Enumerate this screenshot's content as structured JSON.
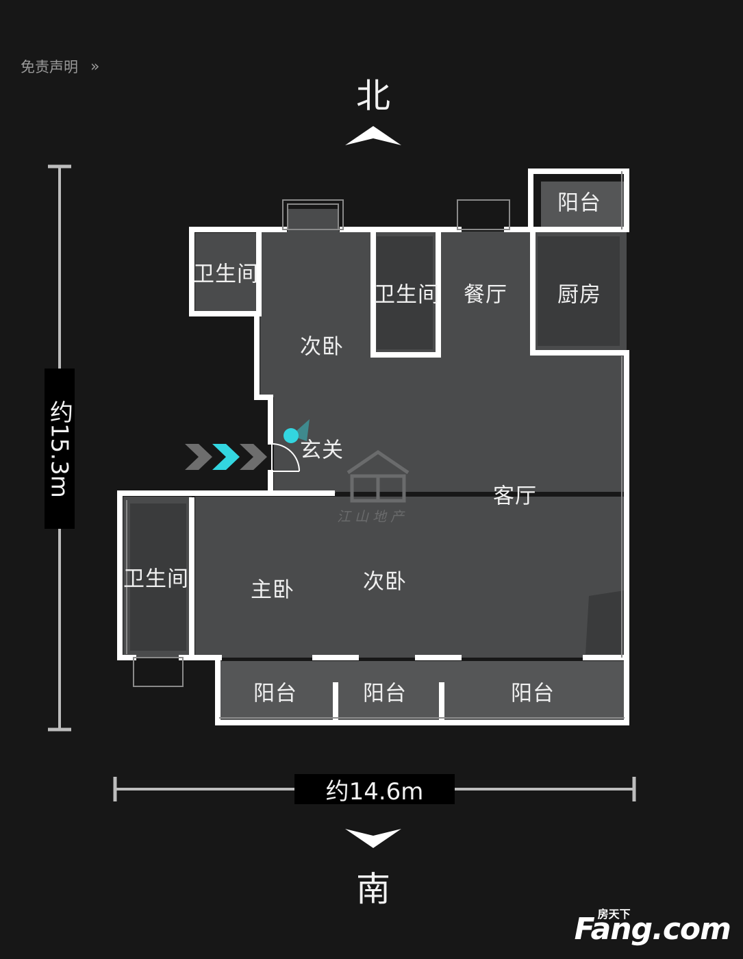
{
  "header": {
    "disclaimer_label": "免责声明",
    "disclaimer_chevron": "»"
  },
  "compass": {
    "north": "北",
    "south": "南"
  },
  "dimensions": {
    "height_label": "约15.3m",
    "width_label": "约14.6m"
  },
  "rooms": {
    "bathroom_nw": "卫生间",
    "bedroom_north": "次卧",
    "bathroom_mid": "卫生间",
    "dining": "餐厅",
    "kitchen": "厨房",
    "balcony_ne": "阳台",
    "entrance": "玄关",
    "living": "客厅",
    "bathroom_sw": "卫生间",
    "master_bedroom": "主卧",
    "bedroom_south": "次卧",
    "balcony_s1": "阳台",
    "balcony_s2": "阳台",
    "balcony_s3": "阳台"
  },
  "watermark": {
    "text": "江山地产"
  },
  "brand": {
    "sub": "房天下",
    "main": "Fang.com"
  },
  "colors": {
    "background": "#171717",
    "floor": "#4a4b4c",
    "wall": "#ffffff",
    "accent": "#33d6e0"
  }
}
